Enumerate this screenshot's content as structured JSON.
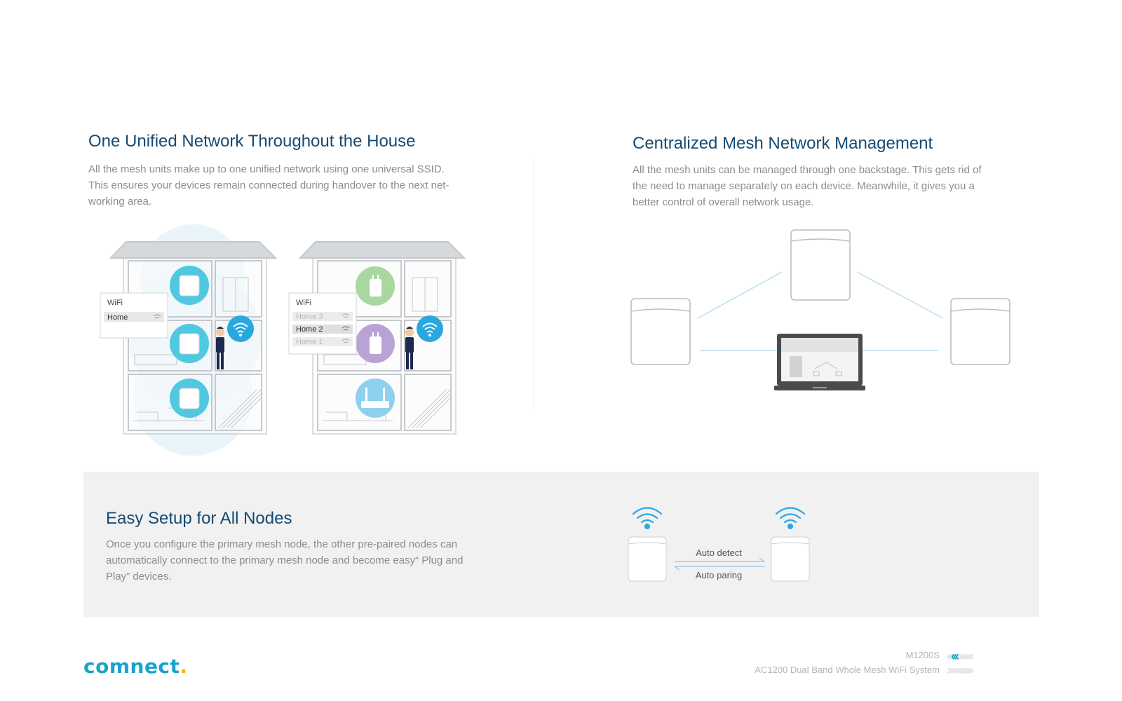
{
  "sections": {
    "unified": {
      "title": "One Unified Network Throughout the House",
      "lines": [
        "All the mesh units make up to one unified network using one universal SSID.",
        "This ensures your devices remain connected during handover to the next net-",
        "working area."
      ]
    },
    "central": {
      "title": "Centralized Mesh Network Management",
      "lines": [
        "All the mesh units can be managed through one backstage. This gets rid of",
        "the need to manage separately on each device. Meanwhile, it gives you a",
        "better control of overall network usage."
      ]
    },
    "setup": {
      "title": "Easy Setup for All Nodes",
      "lines": [
        "Once you configure the primary mesh node, the other pre-paired nodes can",
        "automatically connect to the primary mesh node and become easy“ Plug and",
        "Play” devices."
      ]
    }
  },
  "house_left": {
    "wifi_header": "WiFi",
    "networks": [
      "Home"
    ]
  },
  "house_right": {
    "wifi_header": "WiFi",
    "networks": [
      "Home 3",
      "Home 2",
      "Home 1"
    ],
    "active_network": "Home 2"
  },
  "pairing": {
    "detect_label": "Auto detect",
    "pair_label": "Auto paring"
  },
  "footer": {
    "logo": "comnect",
    "logo_dot": ".",
    "model": "M1200S",
    "product": "AC1200 Dual Band Whole Mesh WiFi System"
  },
  "colors": {
    "title": "#154a72",
    "body_text": "#8c8c8c",
    "accent": "#1aa3c9",
    "node_cyan": "#4fc8e0",
    "node_green": "#a8d8a0",
    "node_purple": "#b8a4d4",
    "node_blue": "#8fd0ee",
    "wifi_signal": "#29a7e0",
    "panel_bg": "#f1f1f1",
    "logo_dot": "#f5b400"
  },
  "icons": {
    "signal": "wifi-signal-icon",
    "mesh_node": "mesh-node-icon",
    "extender": "plug-extender-icon",
    "router": "router-icon",
    "laptop": "laptop-icon",
    "person": "person-with-phone-icon"
  }
}
